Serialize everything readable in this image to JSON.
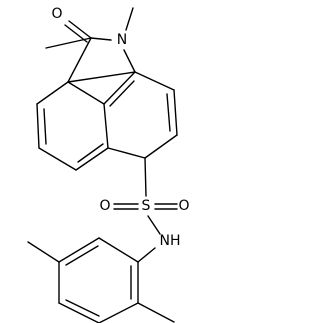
{
  "structure": {
    "atoms": {
      "oxygen_carbonyl": "O",
      "nitrogen_ring": "N",
      "sulfur": "S",
      "oxygen_sulfonyl_left": "O",
      "oxygen_sulfonyl_right": "O",
      "amide_nh": "NH"
    }
  }
}
